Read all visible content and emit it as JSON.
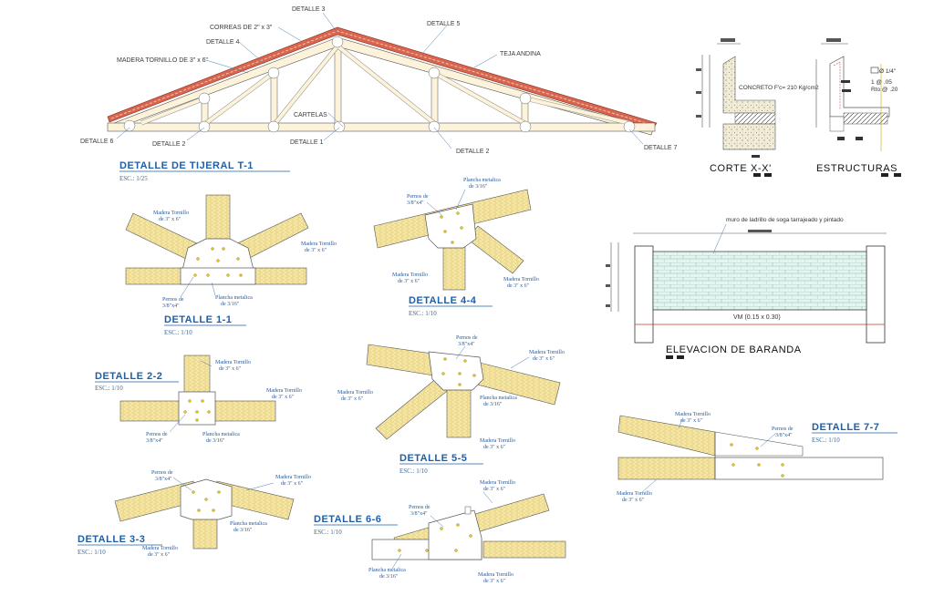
{
  "truss": {
    "detalle3": "DETALLE 3",
    "correas": "CORREAS DE 2\" x 3\"",
    "detalle4": "DETALLE 4",
    "madera": "MADERA TORNILLO DE 3\" x 6\"",
    "detalle5": "DETALLE 5",
    "teja": "TEJA ANDINA",
    "cartelas": "CARTELAS",
    "detalle6": "DETALLE 6",
    "detalle2a": "DETALLE 2",
    "detalle1": "DETALLE 1",
    "detalle2b": "DETALLE 2",
    "detalle7": "DETALLE 7",
    "title": "DETALLE DE TIJERAL T-1",
    "scale": "ESC.: 1/25"
  },
  "section": {
    "corte": "CORTE X-X'",
    "estructuras": "ESTRUCTURAS",
    "concreto": "CONCRETO F'c= 210 Kg/cm2",
    "bar1": "Ø 1/4\"",
    "note1": "1 @ .05",
    "note2": "Rto @ .20"
  },
  "baranda": {
    "top_note": "muro de ladrillo de soga tarrajeado y pintado",
    "vm": "VM (0.15 x 0.30)",
    "title": "ELEVACION DE BARANDA"
  },
  "details": {
    "d11": {
      "title": "DETALLE 1-1",
      "scale": "ESC.: 1/10",
      "m1a": "Madera Tornillo",
      "m1b": "de 3\" x 6\"",
      "m2a": "Madera Tornillo",
      "m2b": "de 3\" x 6\"",
      "pa": "Pernos de",
      "pb": "3/8\"x4\"",
      "pla": "Plancha metalica",
      "plb": "de 3/16\""
    },
    "d22": {
      "title": "DETALLE 2-2",
      "scale": "ESC.: 1/10",
      "m1a": "Madera Tornillo",
      "m1b": "de 3\" x 6\"",
      "m2a": "Madera Tornillo",
      "m2b": "de 3\" x 6\"",
      "pa": "Pernos de",
      "pb": "3/8\"x4\"",
      "pla": "Plancha metalica",
      "plb": "de 3/16\""
    },
    "d33": {
      "title": "DETALLE 3-3",
      "scale": "ESC.: 1/10",
      "m1a": "Madera Tornillo",
      "m1b": "de 3\" x 6\"",
      "m2a": "Madera Tornillo",
      "m2b": "de 3\" x 6\"",
      "pa": "Pernos de",
      "pb": "3/8\"x4\"",
      "pla": "Plancha metalica",
      "plb": "de 3/16\""
    },
    "d44": {
      "title": "DETALLE 4-4",
      "scale": "ESC.: 1/10",
      "m1a": "Madera Tornillo",
      "m1b": "de 3\" x 6\"",
      "m2a": "Madera Tornillo",
      "m2b": "de 3\" x 6\"",
      "pa": "Pernos de",
      "pb": "3/8\"x4\"",
      "pla": "Plancha metalica",
      "plb": "de 3/16\""
    },
    "d55": {
      "title": "DETALLE 5-5",
      "scale": "ESC.: 1/10",
      "m1a": "Madera Tornillo",
      "m1b": "de 3\" x 6\"",
      "m2a": "Madera Tornillo",
      "m2b": "de 3\" x 6\"",
      "m3a": "Madera Tornillo",
      "m3b": "de 3\" x 6\"",
      "pa": "Pernos de",
      "pb": "3/8\"x4\"",
      "pla": "Plancha metalica",
      "plb": "de 3/16\""
    },
    "d66": {
      "title": "DETALLE 6-6",
      "scale": "ESC.: 1/10",
      "m1a": "Madera Tornillo",
      "m1b": "de 3\" x 6\"",
      "m2a": "Madera Tornillo",
      "m2b": "de 3\" x 6\"",
      "pa": "Pernos de",
      "pb": "3/8\"x4\"",
      "pla": "Plancha metalica",
      "plb": "de 3/16\""
    },
    "d77": {
      "title": "DETALLE 7-7",
      "scale": "ESC.: 1/10",
      "m1a": "Madera Tornillo",
      "m1b": "de 3\" x 6\"",
      "m2a": "Madera Tornillo",
      "m2b": "de 3\" x 6\"",
      "pa": "Pernos de",
      "pb": "3/8\"x4\""
    }
  },
  "colors": {
    "timber": "#f5e6a0",
    "accent": "#1e5fa8",
    "bolt": "#e8c800",
    "roof": "#c0392b",
    "brick": "#d8f0e8"
  }
}
